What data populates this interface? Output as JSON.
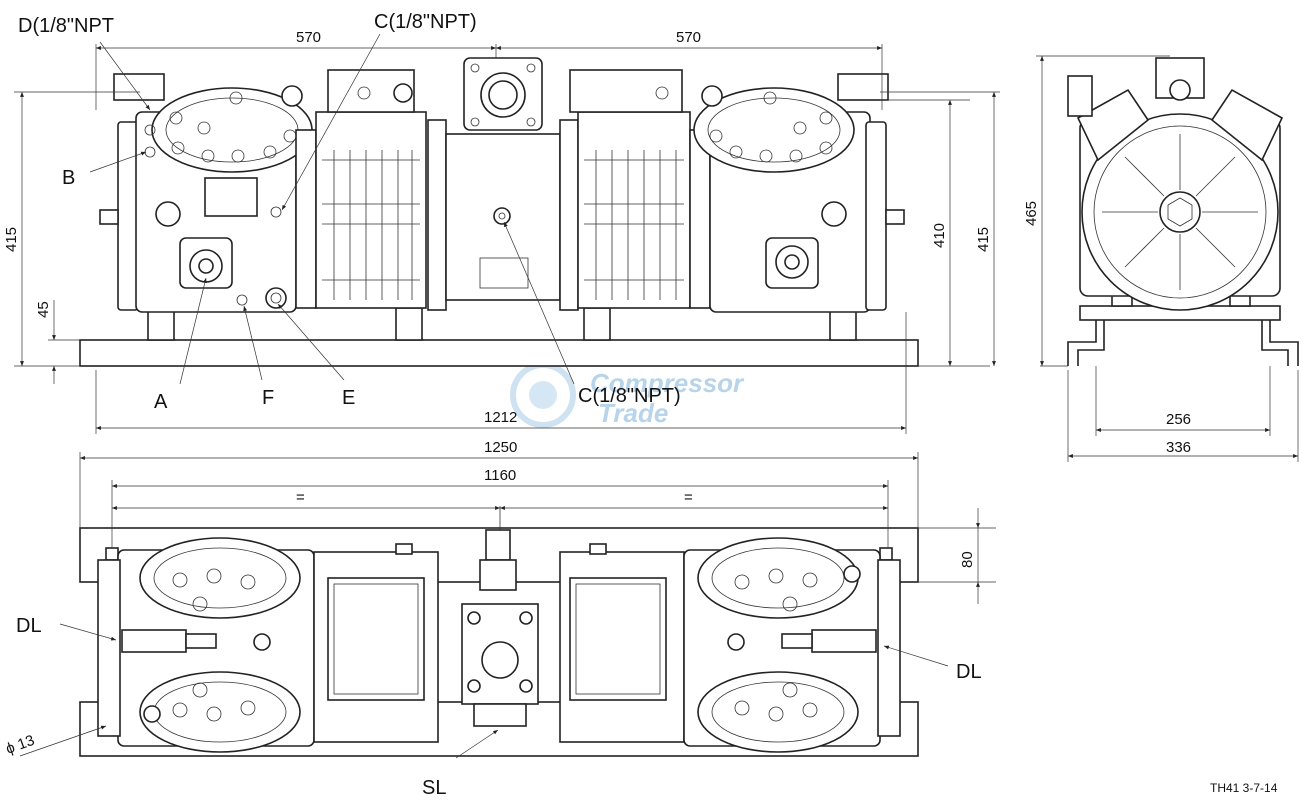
{
  "labels": {
    "d_conn": "D(1/8\"NPT",
    "c_conn_top": "C(1/8\"NPT)",
    "c_conn_mid": "C(1/8\"NPT)",
    "b": "B",
    "a": "A",
    "f": "F",
    "e": "E",
    "dl_left": "DL",
    "dl_right": "DL",
    "sl": "SL",
    "dia": "ϕ 13"
  },
  "dimensions": {
    "d570_left": "570",
    "d570_right": "570",
    "d415_left": "415",
    "d45": "45",
    "d410": "410",
    "d415_right": "415",
    "d465": "465",
    "d1212": "1212",
    "d1250": "1250",
    "d1160": "1160",
    "eq_left": "=",
    "eq_right": "=",
    "d80": "80",
    "d256": "256",
    "d336": "336"
  },
  "watermark": {
    "line1": "Compressor",
    "line2": "Trade"
  },
  "drawing_ref": "TH41 3-7-14"
}
